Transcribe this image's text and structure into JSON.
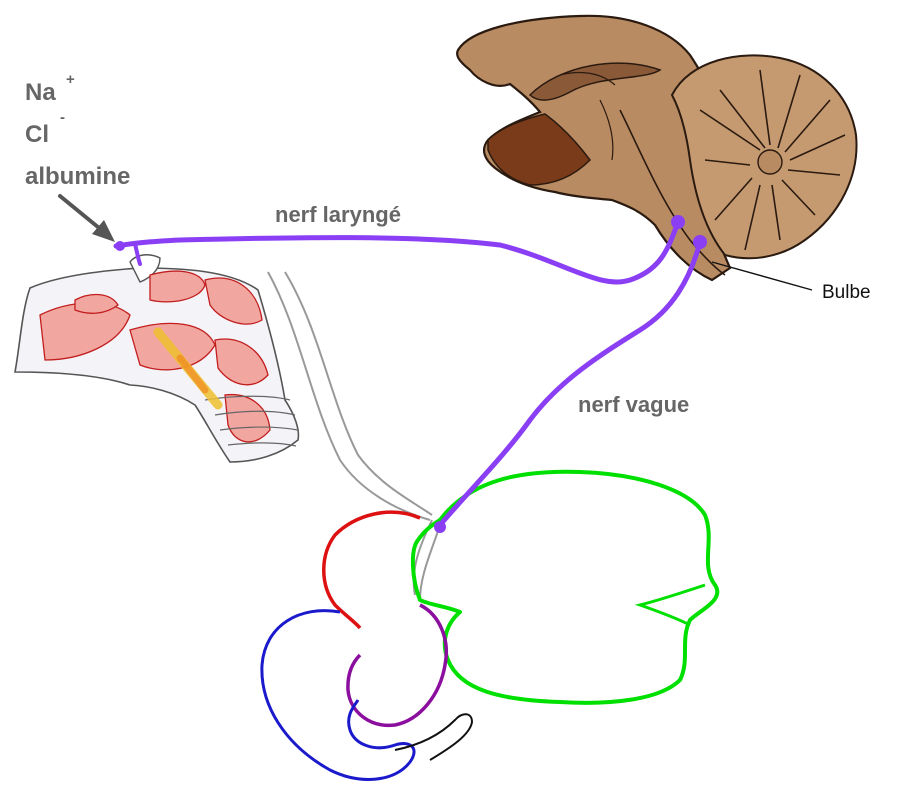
{
  "ions": {
    "na": "Na",
    "na_charge": "+",
    "cl": "Cl",
    "cl_charge": "-",
    "albumine": "albumine"
  },
  "labels": {
    "nerf_larynge": "nerf laryngé",
    "nerf_vague": "nerf vague",
    "bulbe": "Bulbe"
  },
  "colors": {
    "nerve": "#8a3ff5",
    "stomach": "#00e000",
    "duodenum_red": "#dd1111",
    "colon_blue": "#1a1acc",
    "jejunum_purple": "#8b0e9e",
    "brain": "#b88b62",
    "cerebellum": "#c69a70",
    "arrow": "#555555",
    "muscle": "#d9534f",
    "esophagus": "#999999"
  }
}
